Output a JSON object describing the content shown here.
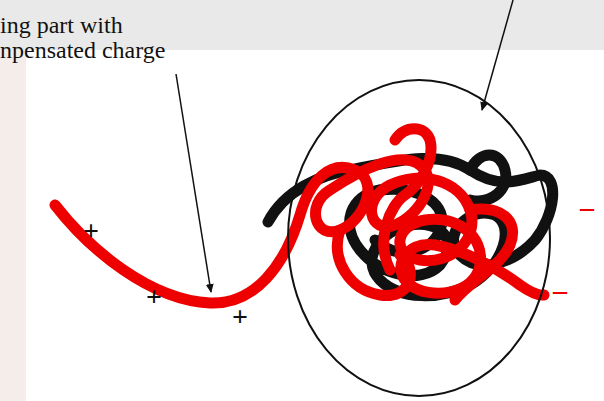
{
  "diagram": {
    "labels": [
      "ing part with",
      "npensated charge",
      "+",
      "+",
      "+",
      "–",
      "–"
    ]
  }
}
